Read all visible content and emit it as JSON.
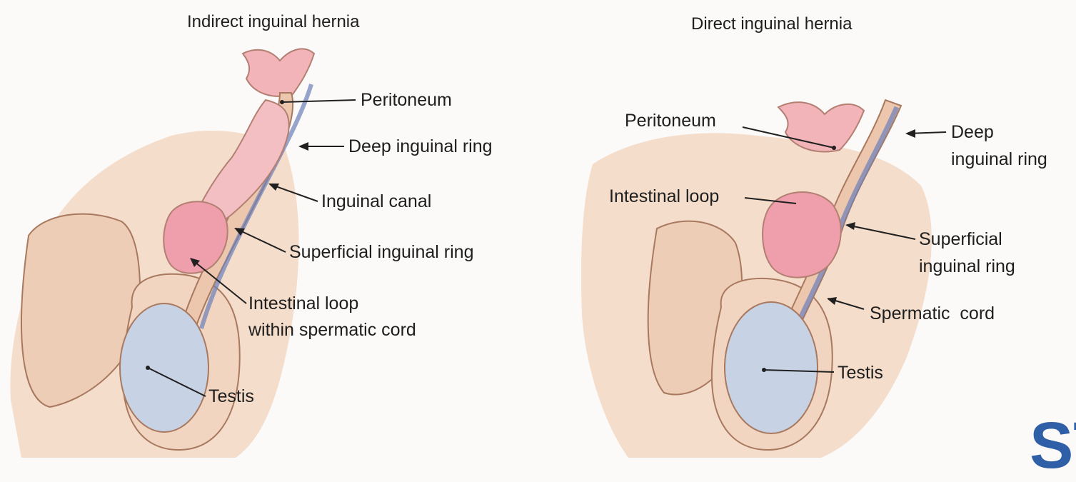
{
  "colors": {
    "background": "#fcfaf8",
    "skin": "#f2d7c3",
    "skin_dark": "#e4bea3",
    "peritoneum": "#f2b4b9",
    "intestine": "#ef9fab",
    "cord_vessels": "#6b7fb9",
    "testis": "#c7d3e4",
    "outline": "#a8785f",
    "leader": "#202020",
    "watermark": "#2f5fa6"
  },
  "left_panel": {
    "title": "Indirect inguinal hernia",
    "labels": {
      "peritoneum": "Peritoneum",
      "deep_ring": "Deep inguinal ring",
      "canal": "Inguinal canal",
      "superficial_ring": "Superficial inguinal ring",
      "loop_line1": "Intestinal loop",
      "loop_line2": "within spermatic cord",
      "testis": "Testis"
    }
  },
  "right_panel": {
    "title": "Direct inguinal hernia",
    "labels": {
      "peritoneum": "Peritoneum",
      "deep_ring_line1": "Deep",
      "deep_ring_line2": "inguinal ring",
      "loop": "Intestinal loop",
      "superficial_line1": "Superficial",
      "superficial_line2": "inguinal ring",
      "spermatic_cord": "Spermatic  cord",
      "testis": "Testis"
    }
  },
  "watermark": {
    "text": "ST"
  }
}
